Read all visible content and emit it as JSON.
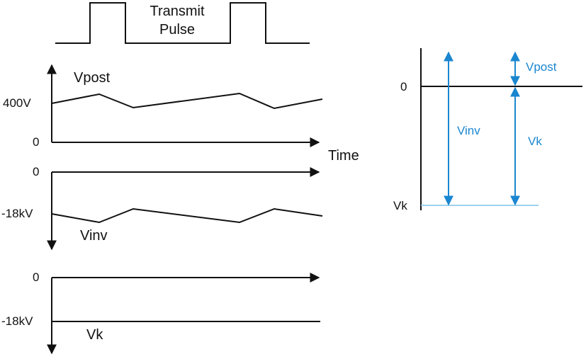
{
  "pulse": {
    "label_line1": "Transmit",
    "label_line2": "Pulse"
  },
  "vpost_plot": {
    "signal_label": "Vpost",
    "tick_high": "400V",
    "tick_zero": "0",
    "x_axis_label": "Time"
  },
  "vinv_plot": {
    "signal_label": "Vinv",
    "tick_zero": "0",
    "tick_low": "-18kV"
  },
  "vk_plot": {
    "signal_label": "Vk",
    "tick_zero": "0",
    "tick_low": "-18kV"
  },
  "potential_diagram": {
    "zero_label": "0",
    "vk_level_label": "Vk",
    "vpost_arrow_label": "Vpost",
    "vinv_arrow_label": "Vinv",
    "vk_arrow_label": "Vk"
  },
  "colors": {
    "trace": "#111111",
    "accent_blue": "#1a86d0",
    "vk_level_line": "#7cc4ea"
  }
}
